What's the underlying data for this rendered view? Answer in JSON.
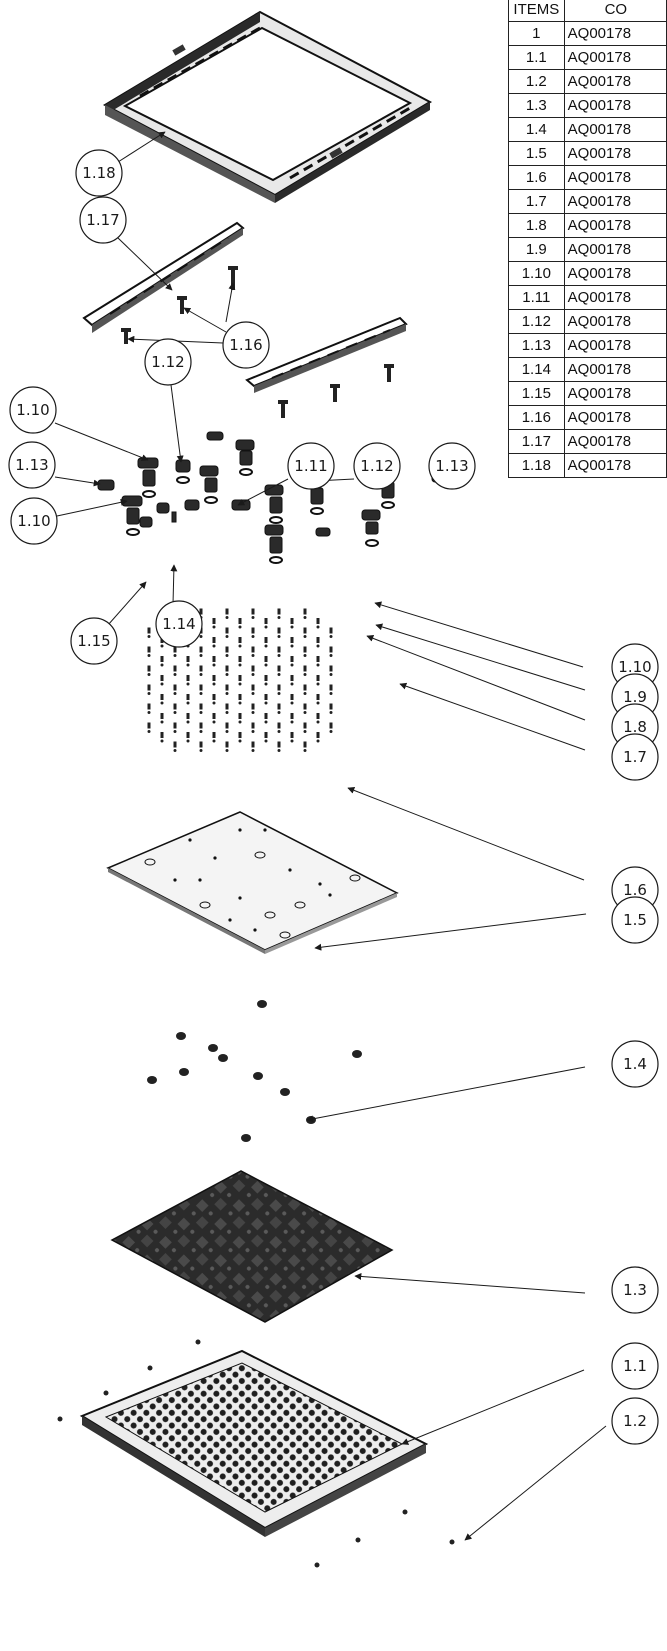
{
  "bom": {
    "header_items": "ITEMS",
    "header_code": "CO",
    "rows": [
      {
        "item": "1",
        "code": "AQ00178"
      },
      {
        "item": "1.1",
        "code": "AQ00178"
      },
      {
        "item": "1.2",
        "code": "AQ00178"
      },
      {
        "item": "1.3",
        "code": "AQ00178"
      },
      {
        "item": "1.4",
        "code": "AQ00178"
      },
      {
        "item": "1.5",
        "code": "AQ00178"
      },
      {
        "item": "1.6",
        "code": "AQ00178"
      },
      {
        "item": "1.7",
        "code": "AQ00178"
      },
      {
        "item": "1.8",
        "code": "AQ00178"
      },
      {
        "item": "1.9",
        "code": "AQ00178"
      },
      {
        "item": "1.10",
        "code": "AQ00178"
      },
      {
        "item": "1.11",
        "code": "AQ00178"
      },
      {
        "item": "1.12",
        "code": "AQ00178"
      },
      {
        "item": "1.13",
        "code": "AQ00178"
      },
      {
        "item": "1.14",
        "code": "AQ00178"
      },
      {
        "item": "1.15",
        "code": "AQ00178"
      },
      {
        "item": "1.16",
        "code": "AQ00178"
      },
      {
        "item": "1.17",
        "code": "AQ00178"
      },
      {
        "item": "1.18",
        "code": "AQ00178"
      }
    ]
  },
  "callouts": {
    "c118": "1.18",
    "c117": "1.17",
    "c116": "1.16",
    "c110a": "1.10",
    "c112a": "1.12",
    "c113a": "1.13",
    "c110b": "1.10",
    "c111": "1.11",
    "c112b": "1.12",
    "c113b": "1.13",
    "c115": "1.15",
    "c114": "1.14",
    "c110c": "1.10",
    "c19": "1.9",
    "c18": "1.8",
    "c17": "1.7",
    "c16": "1.6",
    "c15": "1.5",
    "c14": "1.4",
    "c13": "1.3",
    "c11": "1.1",
    "c12": "1.2"
  },
  "colors": {
    "line": "#1a1a1a",
    "part_dark": "#2a2a2a",
    "plate_light": "#f2f2f2",
    "mat": "#333333"
  }
}
